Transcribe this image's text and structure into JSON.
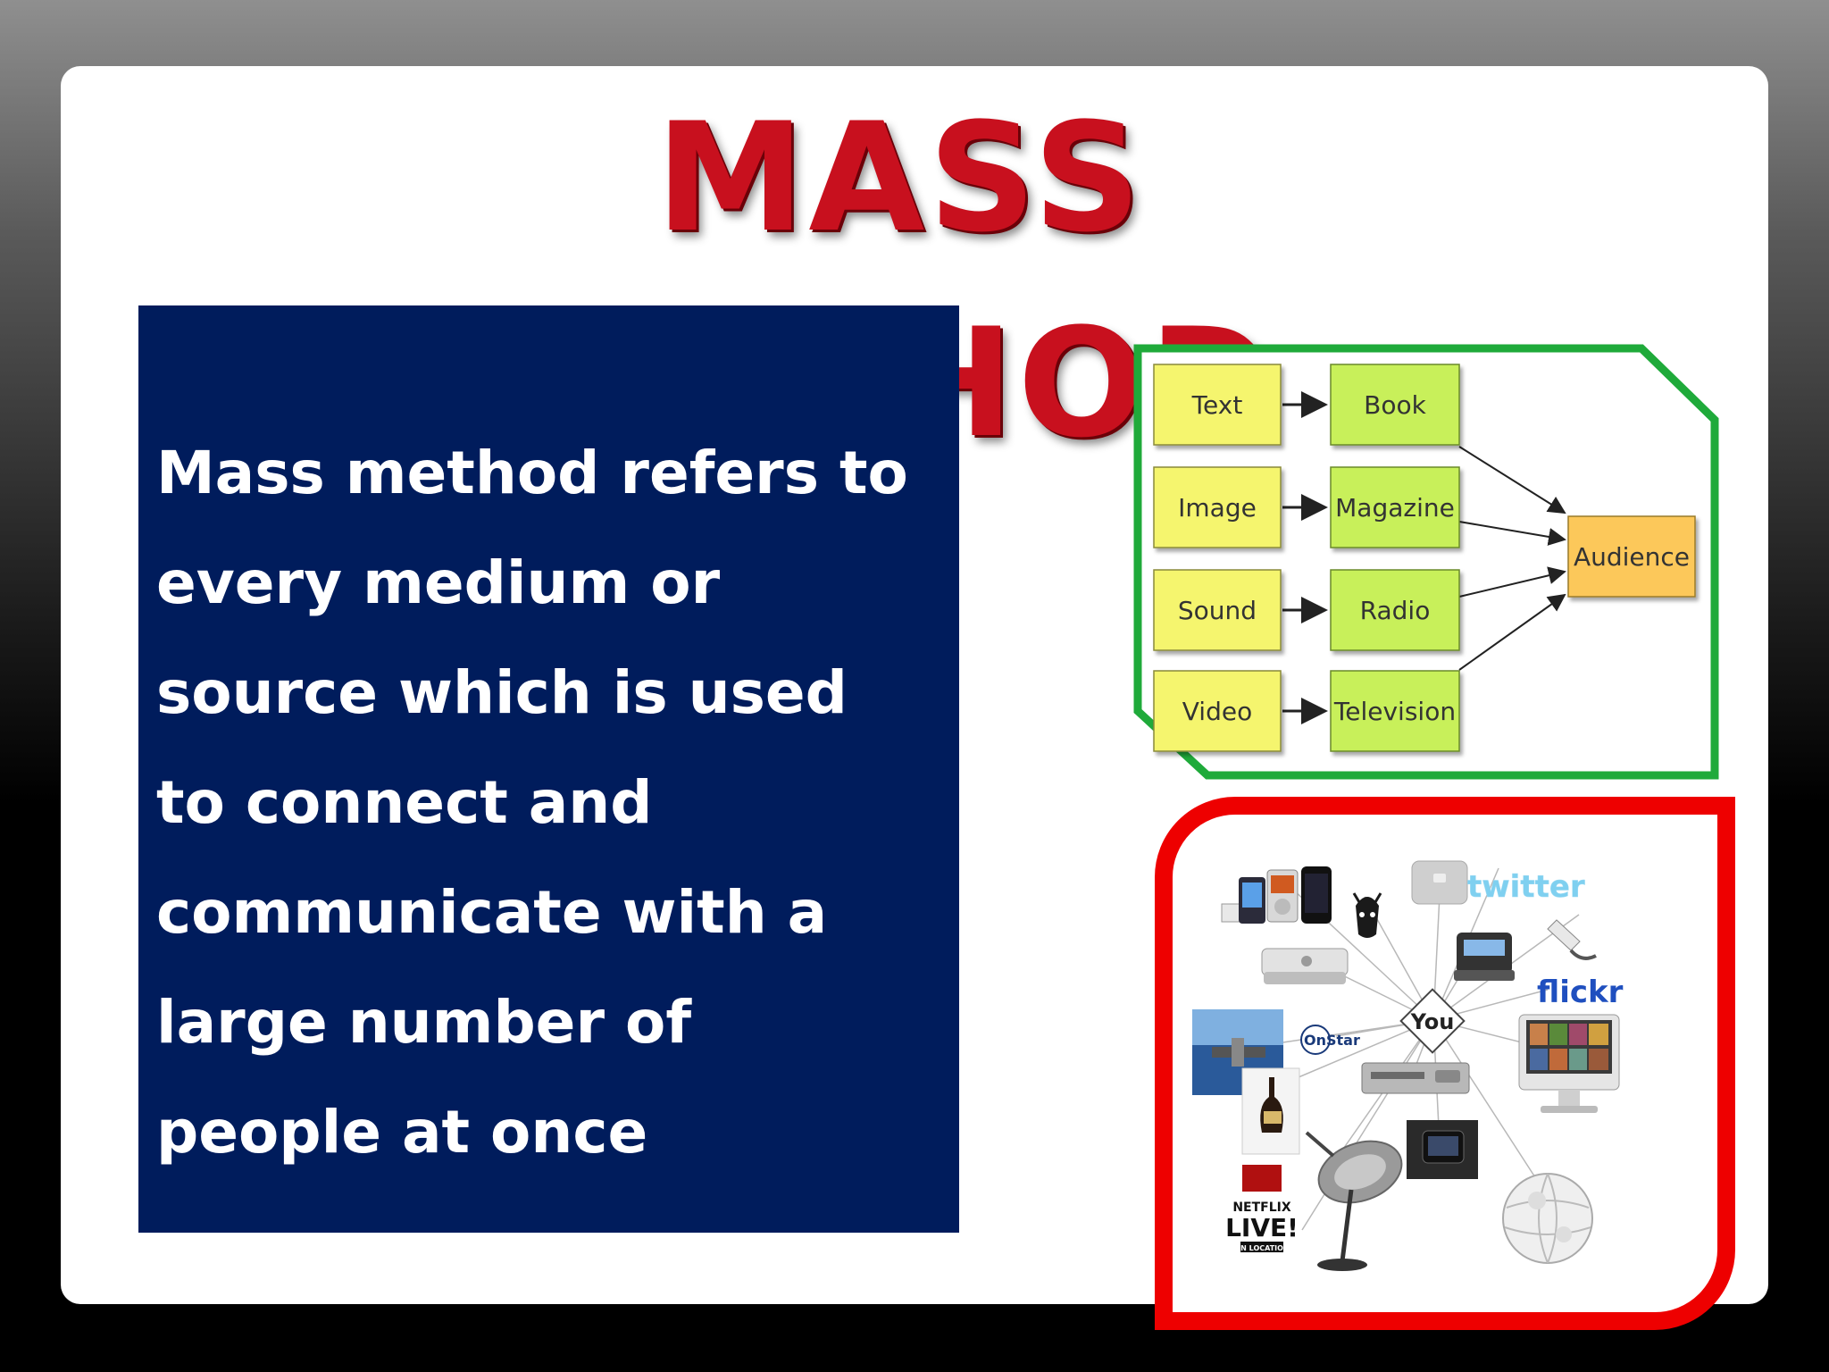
{
  "slide": {
    "title": "MASS METHOD",
    "body": "Mass method refers to\nevery medium or\nsource which is used\nto connect and\ncommunicate with a\nlarge number of\npeople at once"
  },
  "diagram": {
    "sources": [
      "Text",
      "Image",
      "Sound",
      "Video"
    ],
    "media": [
      "Book",
      "Magazine",
      "Radio",
      "Television"
    ],
    "target": "Audience",
    "colors": {
      "frame": "#1faa3a",
      "source_fill": "#f5f56e",
      "media_fill": "#c8f05a",
      "target_fill": "#fcc85a"
    }
  },
  "media_collage": {
    "center_label": "You",
    "logos": {
      "twitter": "twitter",
      "flickr": "flickr",
      "onstar": "OnStar",
      "netflix_line1": "NETFLIX",
      "netflix_line2": "LIVE!",
      "netflix_line3": "ON LOCATION"
    },
    "border_color": "#ee0000"
  },
  "colors": {
    "title": "#c8101e",
    "panel_background": "#001c5c",
    "panel_text": "#ffffff"
  }
}
